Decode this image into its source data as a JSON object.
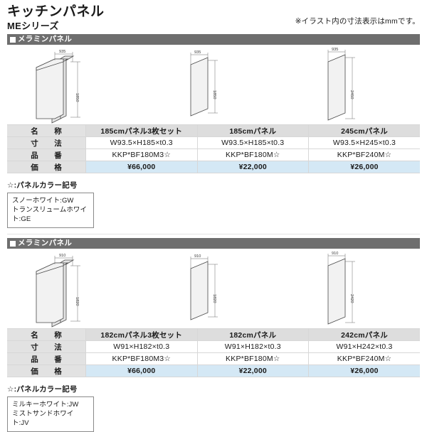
{
  "header": {
    "title": "キッチンパネル",
    "subtitle": "MEシリーズ",
    "note": "※イラスト内の寸法表示はmmです。"
  },
  "sections": [
    {
      "band_label": "メラミンパネル",
      "illustrations": [
        {
          "kind": "triple-panel",
          "width_mm": "935",
          "height_mm": "1850"
        },
        {
          "kind": "single-panel",
          "width_mm": "935",
          "height_mm": "1850"
        },
        {
          "kind": "single-panel-tall",
          "width_mm": "935",
          "height_mm": "2450"
        }
      ],
      "table": {
        "row_labels": [
          "名　称",
          "寸　法",
          "品　番",
          "価　格"
        ],
        "columns": [
          {
            "name": "185cmパネル3枚セット",
            "size": "W93.5×H185×t0.3",
            "code": "KKP*BF180M3☆",
            "price": "¥66,000"
          },
          {
            "name": "185cmパネル",
            "size": "W93.5×H185×t0.3",
            "code": "KKP*BF180M☆",
            "price": "¥22,000"
          },
          {
            "name": "245cmパネル",
            "size": "W93.5×H245×t0.3",
            "code": "KKP*BF240M☆",
            "price": "¥26,000"
          }
        ]
      },
      "legend": {
        "title": "☆:パネルカラー記号",
        "items": [
          "スノーホワイト:GW",
          "トランスリュームホワイト:GE"
        ]
      }
    },
    {
      "band_label": "メラミンパネル",
      "illustrations": [
        {
          "kind": "triple-panel",
          "width_mm": "910",
          "height_mm": "1820"
        },
        {
          "kind": "single-panel",
          "width_mm": "910",
          "height_mm": "1820"
        },
        {
          "kind": "single-panel-tall",
          "width_mm": "910",
          "height_mm": "2420"
        }
      ],
      "table": {
        "row_labels": [
          "名　称",
          "寸　法",
          "品　番",
          "価　格"
        ],
        "columns": [
          {
            "name": "182cmパネル3枚セット",
            "size": "W91×H182×t0.3",
            "code": "KKP*BF180M3☆",
            "price": "¥66,000"
          },
          {
            "name": "182cmパネル",
            "size": "W91×H182×t0.3",
            "code": "KKP*BF180M☆",
            "price": "¥22,000"
          },
          {
            "name": "242cmパネル",
            "size": "W91×H242×t0.3",
            "code": "KKP*BF240M☆",
            "price": "¥26,000"
          }
        ]
      },
      "legend": {
        "title": "☆:パネルカラー記号",
        "items": [
          "ミルキーホワイト:JW",
          "ミストサンドホワイト:JV"
        ]
      }
    }
  ],
  "colors": {
    "band_bg": "#6e6e6e",
    "name_row_bg": "#dddddd",
    "label_col_bg": "#e2e2e2",
    "price_row_bg": "#d4e8f5"
  }
}
